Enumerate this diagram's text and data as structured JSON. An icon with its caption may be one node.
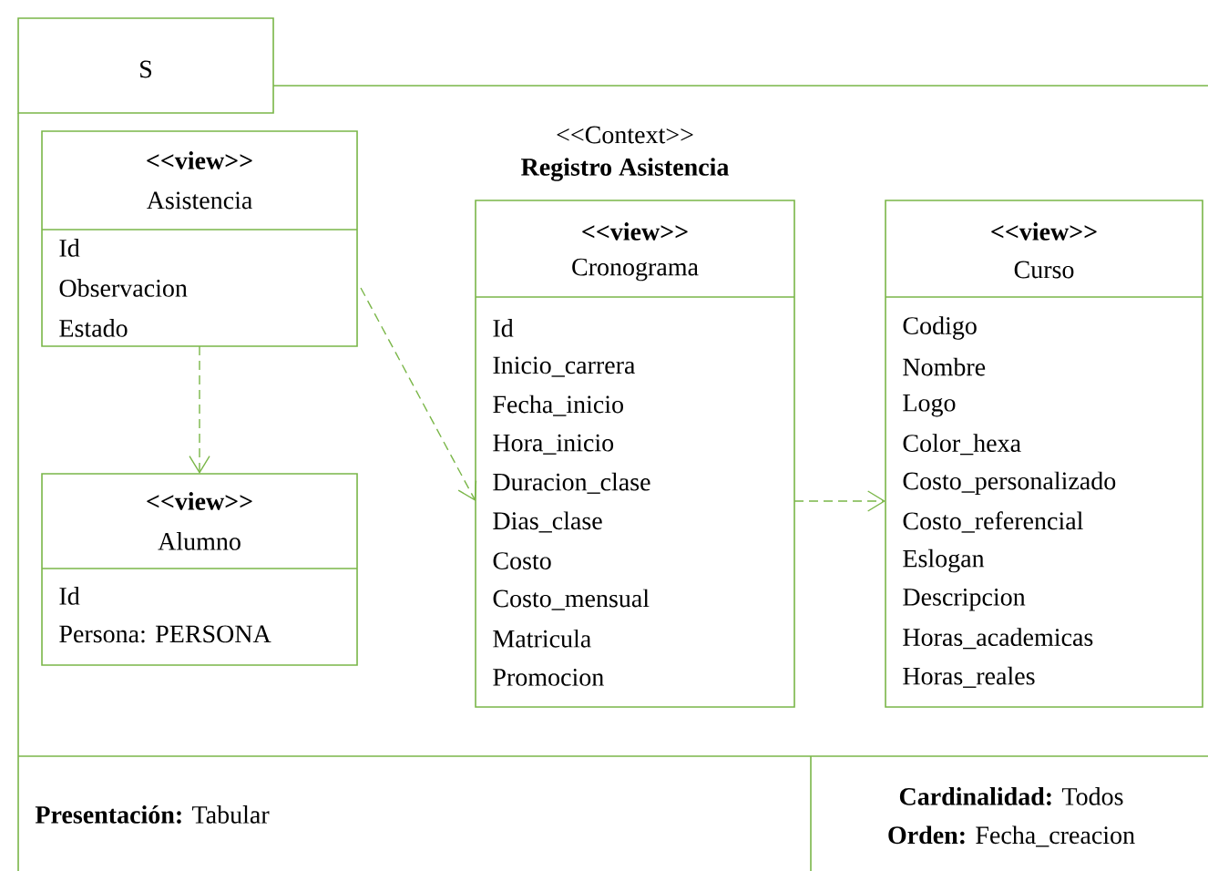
{
  "diagram": {
    "nodes": [
      {
        "text": [
          "S",
          "<<Context>>",
          "Registro Asistencia"
        ]
      },
      {
        "text": [
          "<<view>>",
          "Asistencia",
          "Id",
          "Observacion",
          "Estado"
        ],
        "in": 0
      },
      {
        "text": [
          "<<view>>",
          "Alumno",
          "Id",
          "Persona: PERSONA"
        ],
        "in": 0
      },
      {
        "text": [
          "<<view>>",
          "Cronograma",
          "Id",
          "Inicio_carrera",
          "Fecha_inicio",
          "Hora_inicio",
          "Duracion_clase",
          "Dias_clase",
          "Costo",
          "Costo_mensual",
          "Matricula",
          "Promocion"
        ],
        "in": 0
      },
      {
        "text": [
          "<<view>>",
          "Curso",
          "Codigo",
          "Nombre",
          "Logo",
          "Color_hexa",
          "Costo_personalizado",
          "Costo_referencial",
          "Eslogan",
          "Descripcion",
          "Horas_academicas",
          "Horas_reales"
        ],
        "in": 0
      }
    ],
    "edges": [
      {
        "from": 1,
        "to": 2,
        "arrow": "to",
        "style": "dashed"
      },
      {
        "from": 1,
        "to": 3,
        "arrow": "to",
        "style": "dashed"
      },
      {
        "from": 3,
        "to": 4,
        "arrow": "to",
        "style": "dashed"
      }
    ],
    "labels": [
      "**Presentación:** Tabular",
      "**Cardinalidad:** Todos",
      "**Orden:** Fecha_creacion"
    ]
  }
}
